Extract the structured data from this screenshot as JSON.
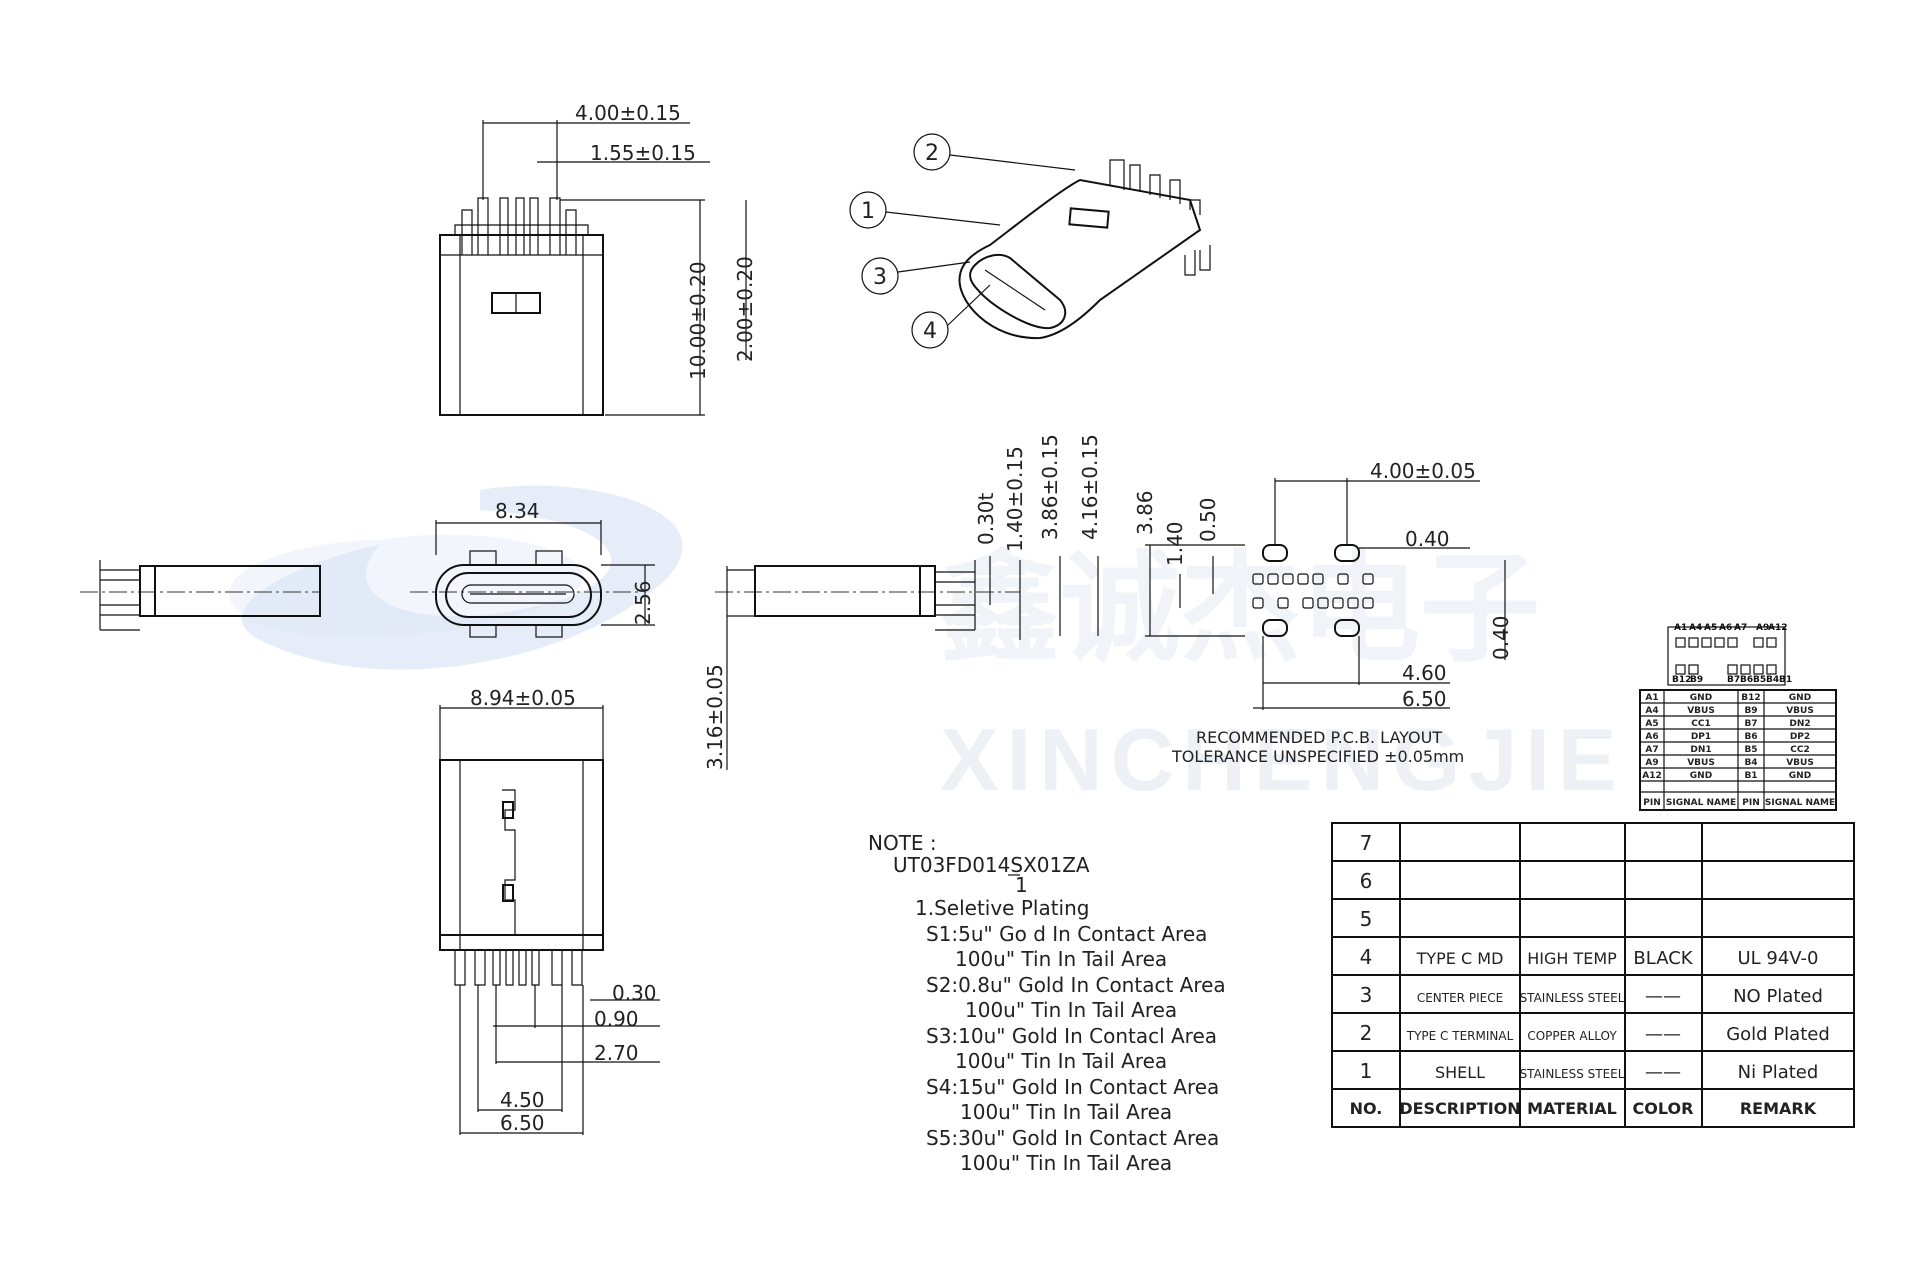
{
  "watermark": {
    "brand_cn": "鑫诚杰电子",
    "brand_en": "XINCHENGJIE"
  },
  "dims": {
    "top": {
      "width": "4.00±0.15",
      "offset": "1.55±0.15",
      "height": "10.00±0.20",
      "leg": "2.00±0.20"
    },
    "front": {
      "width": "8.34",
      "height": "2.56"
    },
    "bottom": {
      "width": "8.94±0.05",
      "p1": "0.30",
      "p2": "0.90",
      "p3": "2.70",
      "p4": "4.50",
      "p5": "6.50"
    },
    "side": {
      "d1": "0.30t",
      "d2": "1.40±0.15",
      "d3": "3.86±0.15",
      "d4": "4.16±0.15",
      "d5": "3.16±0.05"
    },
    "pcb": {
      "h1": "3.86",
      "h2": "1.40",
      "h3": "0.50",
      "w1": "4.00±0.05",
      "pad": "0.40",
      "pad2": "0.40",
      "w2": "4.60",
      "w3": "6.50"
    }
  },
  "balloons": [
    "1",
    "2",
    "3",
    "4"
  ],
  "pcb_caption": {
    "line1": "RECOMMENDED   P.C.B. LAYOUT",
    "line2": "TOLERANCE UNSPECIFIED ±0.05mm"
  },
  "note": {
    "title": "NOTE :",
    "part": "UT03FD014SX01ZA",
    "part_sub": "1",
    "lines": [
      "1.Seletive Plating",
      "S1:5u\" Go d  In  Contact  Area",
      "100u\"  Tin    In  Tail  Area",
      "S2:0.8u\"  Gold  In  Contact  Area",
      "100u\"  Tin    In  Tail  Area",
      "S3:10u\"  Gold  In  Contacl  Area",
      "100u\"  Tin    In  Tail  Area",
      "S4:15u\"  Gold  In  Contact  Area",
      "100u\"  Tin    In  Tail  Area",
      "S5:30u\"  Gold  In  Contact  Area",
      "100u\"  Tin    In  Tail  Area"
    ]
  },
  "pin_diagram": {
    "top_labels": [
      "A1",
      "A4",
      "A5",
      "A6",
      "A7",
      "A9",
      "A12"
    ],
    "bottom_labels": [
      "B12",
      "B9",
      "B7",
      "B6",
      "B5",
      "B4",
      "B1"
    ]
  },
  "pin_table": {
    "rows": [
      [
        "A1",
        "GND",
        "B12",
        "GND"
      ],
      [
        "A4",
        "VBUS",
        "B9",
        "VBUS"
      ],
      [
        "A5",
        "CC1",
        "B7",
        "DN2"
      ],
      [
        "A6",
        "DP1",
        "B6",
        "DP2"
      ],
      [
        "A7",
        "DN1",
        "B5",
        "CC2"
      ],
      [
        "A9",
        "VBUS",
        "B4",
        "VBUS"
      ],
      [
        "A12",
        "GND",
        "B1",
        "GND"
      ]
    ],
    "header": [
      "PIN",
      "SIGNAL NAME",
      "PIN",
      "SIGNAL NAME"
    ]
  },
  "bom": {
    "rows": [
      [
        "7",
        "",
        "",
        "",
        ""
      ],
      [
        "6",
        "",
        "",
        "",
        ""
      ],
      [
        "5",
        "",
        "",
        "",
        ""
      ],
      [
        "4",
        "TYPE C MD",
        "HIGH TEMP",
        "BLACK",
        "UL 94V-0"
      ],
      [
        "3",
        "CENTER PIECE",
        "STAINLESS STEEL",
        "——",
        "NO Plated"
      ],
      [
        "2",
        "TYPE C TERMINAL",
        "COPPER ALLOY",
        "——",
        "Gold Plated"
      ],
      [
        "1",
        "SHELL",
        "STAINLESS STEEL",
        "——",
        "Ni Plated"
      ]
    ],
    "header": [
      "NO.",
      "DESCRIPTION",
      "MATERIAL",
      "COLOR",
      "REMARK"
    ]
  }
}
